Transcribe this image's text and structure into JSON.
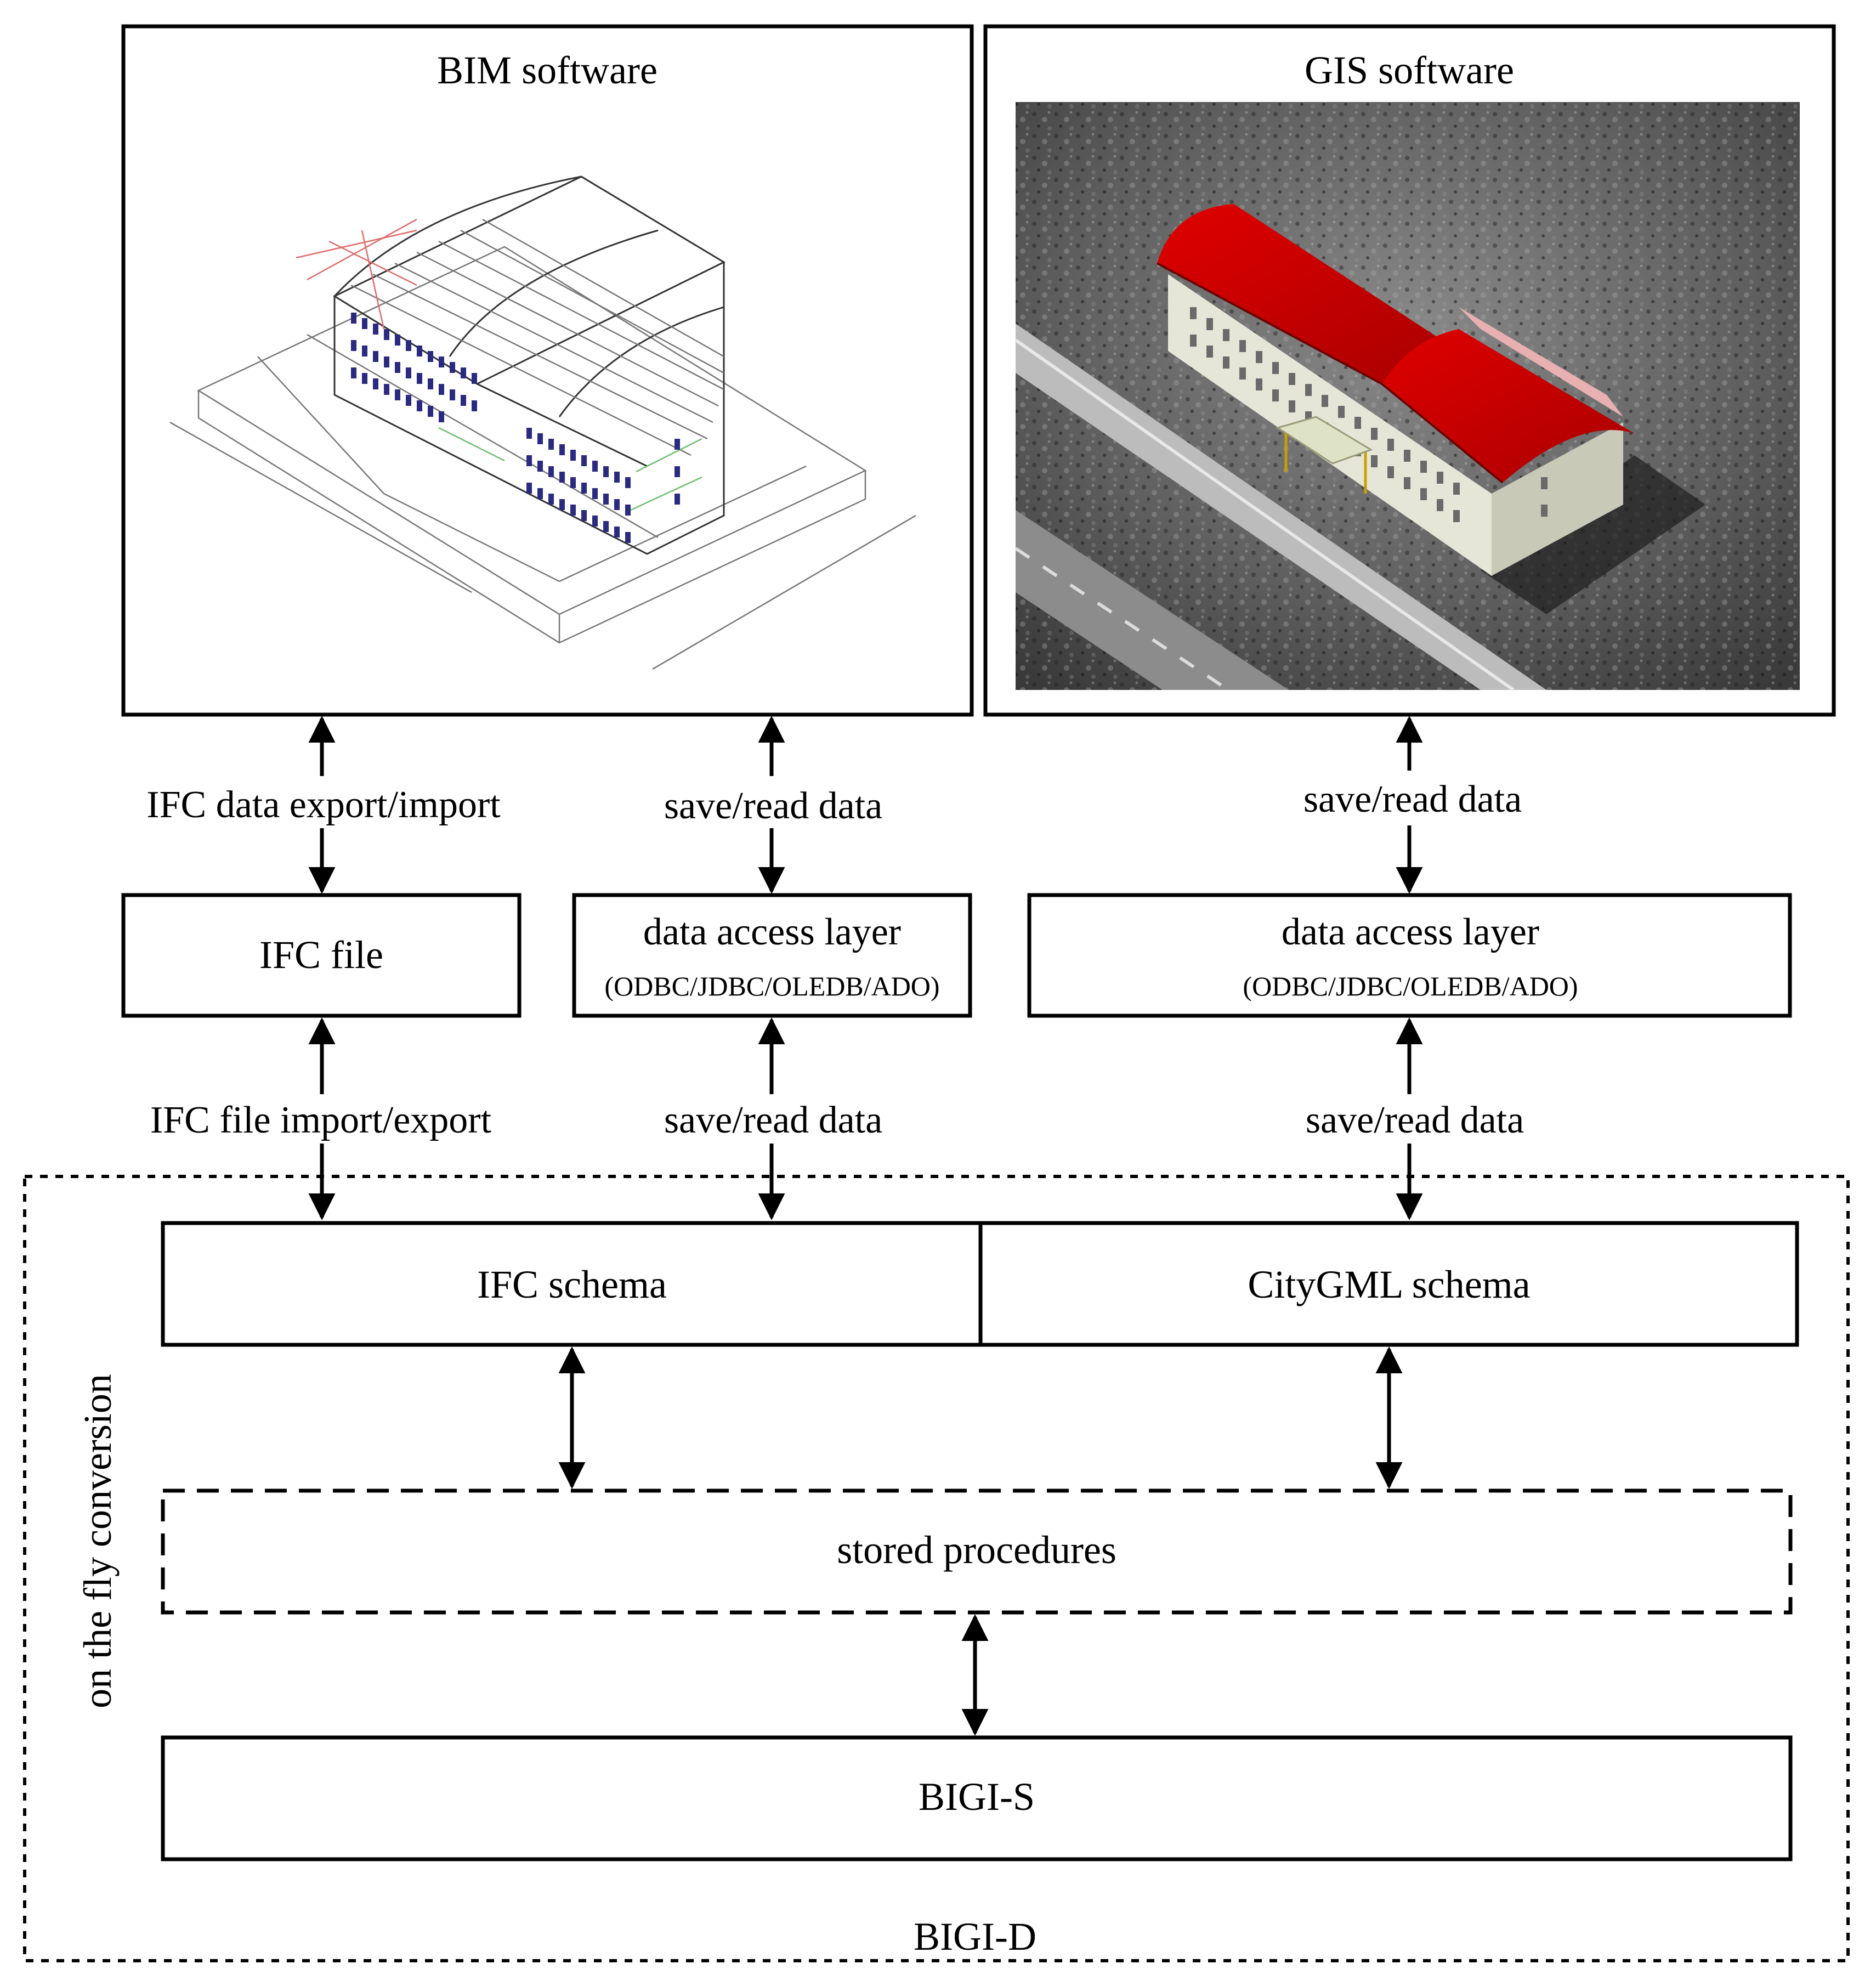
{
  "panels": {
    "bim": {
      "title": "BIM software"
    },
    "gis": {
      "title": "GIS software"
    }
  },
  "flows": {
    "ifc_export_import": "IFC data export/import",
    "save_read_1": "save/read data",
    "save_read_2": "save/read data",
    "ifc_file_import_export": "IFC file import/export",
    "save_read_3": "save/read data",
    "save_read_4": "save/read data"
  },
  "boxes": {
    "ifc_file": "IFC file",
    "dal_left": {
      "title": "data access layer",
      "sub": "(ODBC/JDBC/OLEDB/ADO)"
    },
    "dal_right": {
      "title": "data access layer",
      "sub": "(ODBC/JDBC/OLEDB/ADO)"
    },
    "ifc_schema": "IFC schema",
    "citygml_schema": "CityGML schema",
    "stored_procedures": "stored procedures",
    "bigi_s": "BIGI-S"
  },
  "container": {
    "side_label": "on the fly conversion",
    "bottom_label": "BIGI-D"
  },
  "colors": {
    "roof": "#cc0000",
    "terrain": "#5a5a5a",
    "window": "#2a2a80"
  }
}
